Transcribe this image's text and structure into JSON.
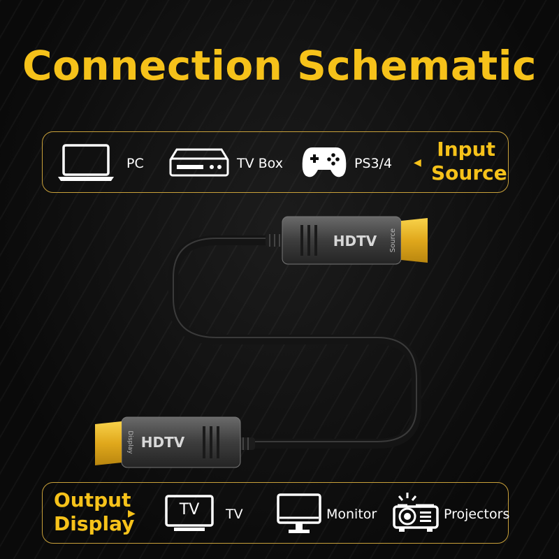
{
  "title": "Connection Schematic",
  "input": {
    "devices": [
      {
        "label": "PC",
        "icon": "laptop-icon"
      },
      {
        "label": "TV Box",
        "icon": "tv-box-icon"
      },
      {
        "label": "PS3/4",
        "icon": "gamepad-icon"
      }
    ],
    "label_line1": "Input",
    "label_line2": "Source"
  },
  "output": {
    "label_line1": "Output",
    "label_line2": "Display",
    "devices": [
      {
        "label": "TV",
        "icon": "tv-icon",
        "icon_text": "TV"
      },
      {
        "label": "Monitor",
        "icon": "monitor-icon"
      },
      {
        "label": "Projectors",
        "icon": "projector-icon"
      }
    ]
  },
  "connectors": {
    "top_brand": "HDTV",
    "top_side": "Source",
    "bottom_brand": "HDTV",
    "bottom_side": "Display"
  },
  "colors": {
    "accent": "#f6c21a",
    "border": "#c9a13a",
    "background": "#0b0b0b"
  }
}
